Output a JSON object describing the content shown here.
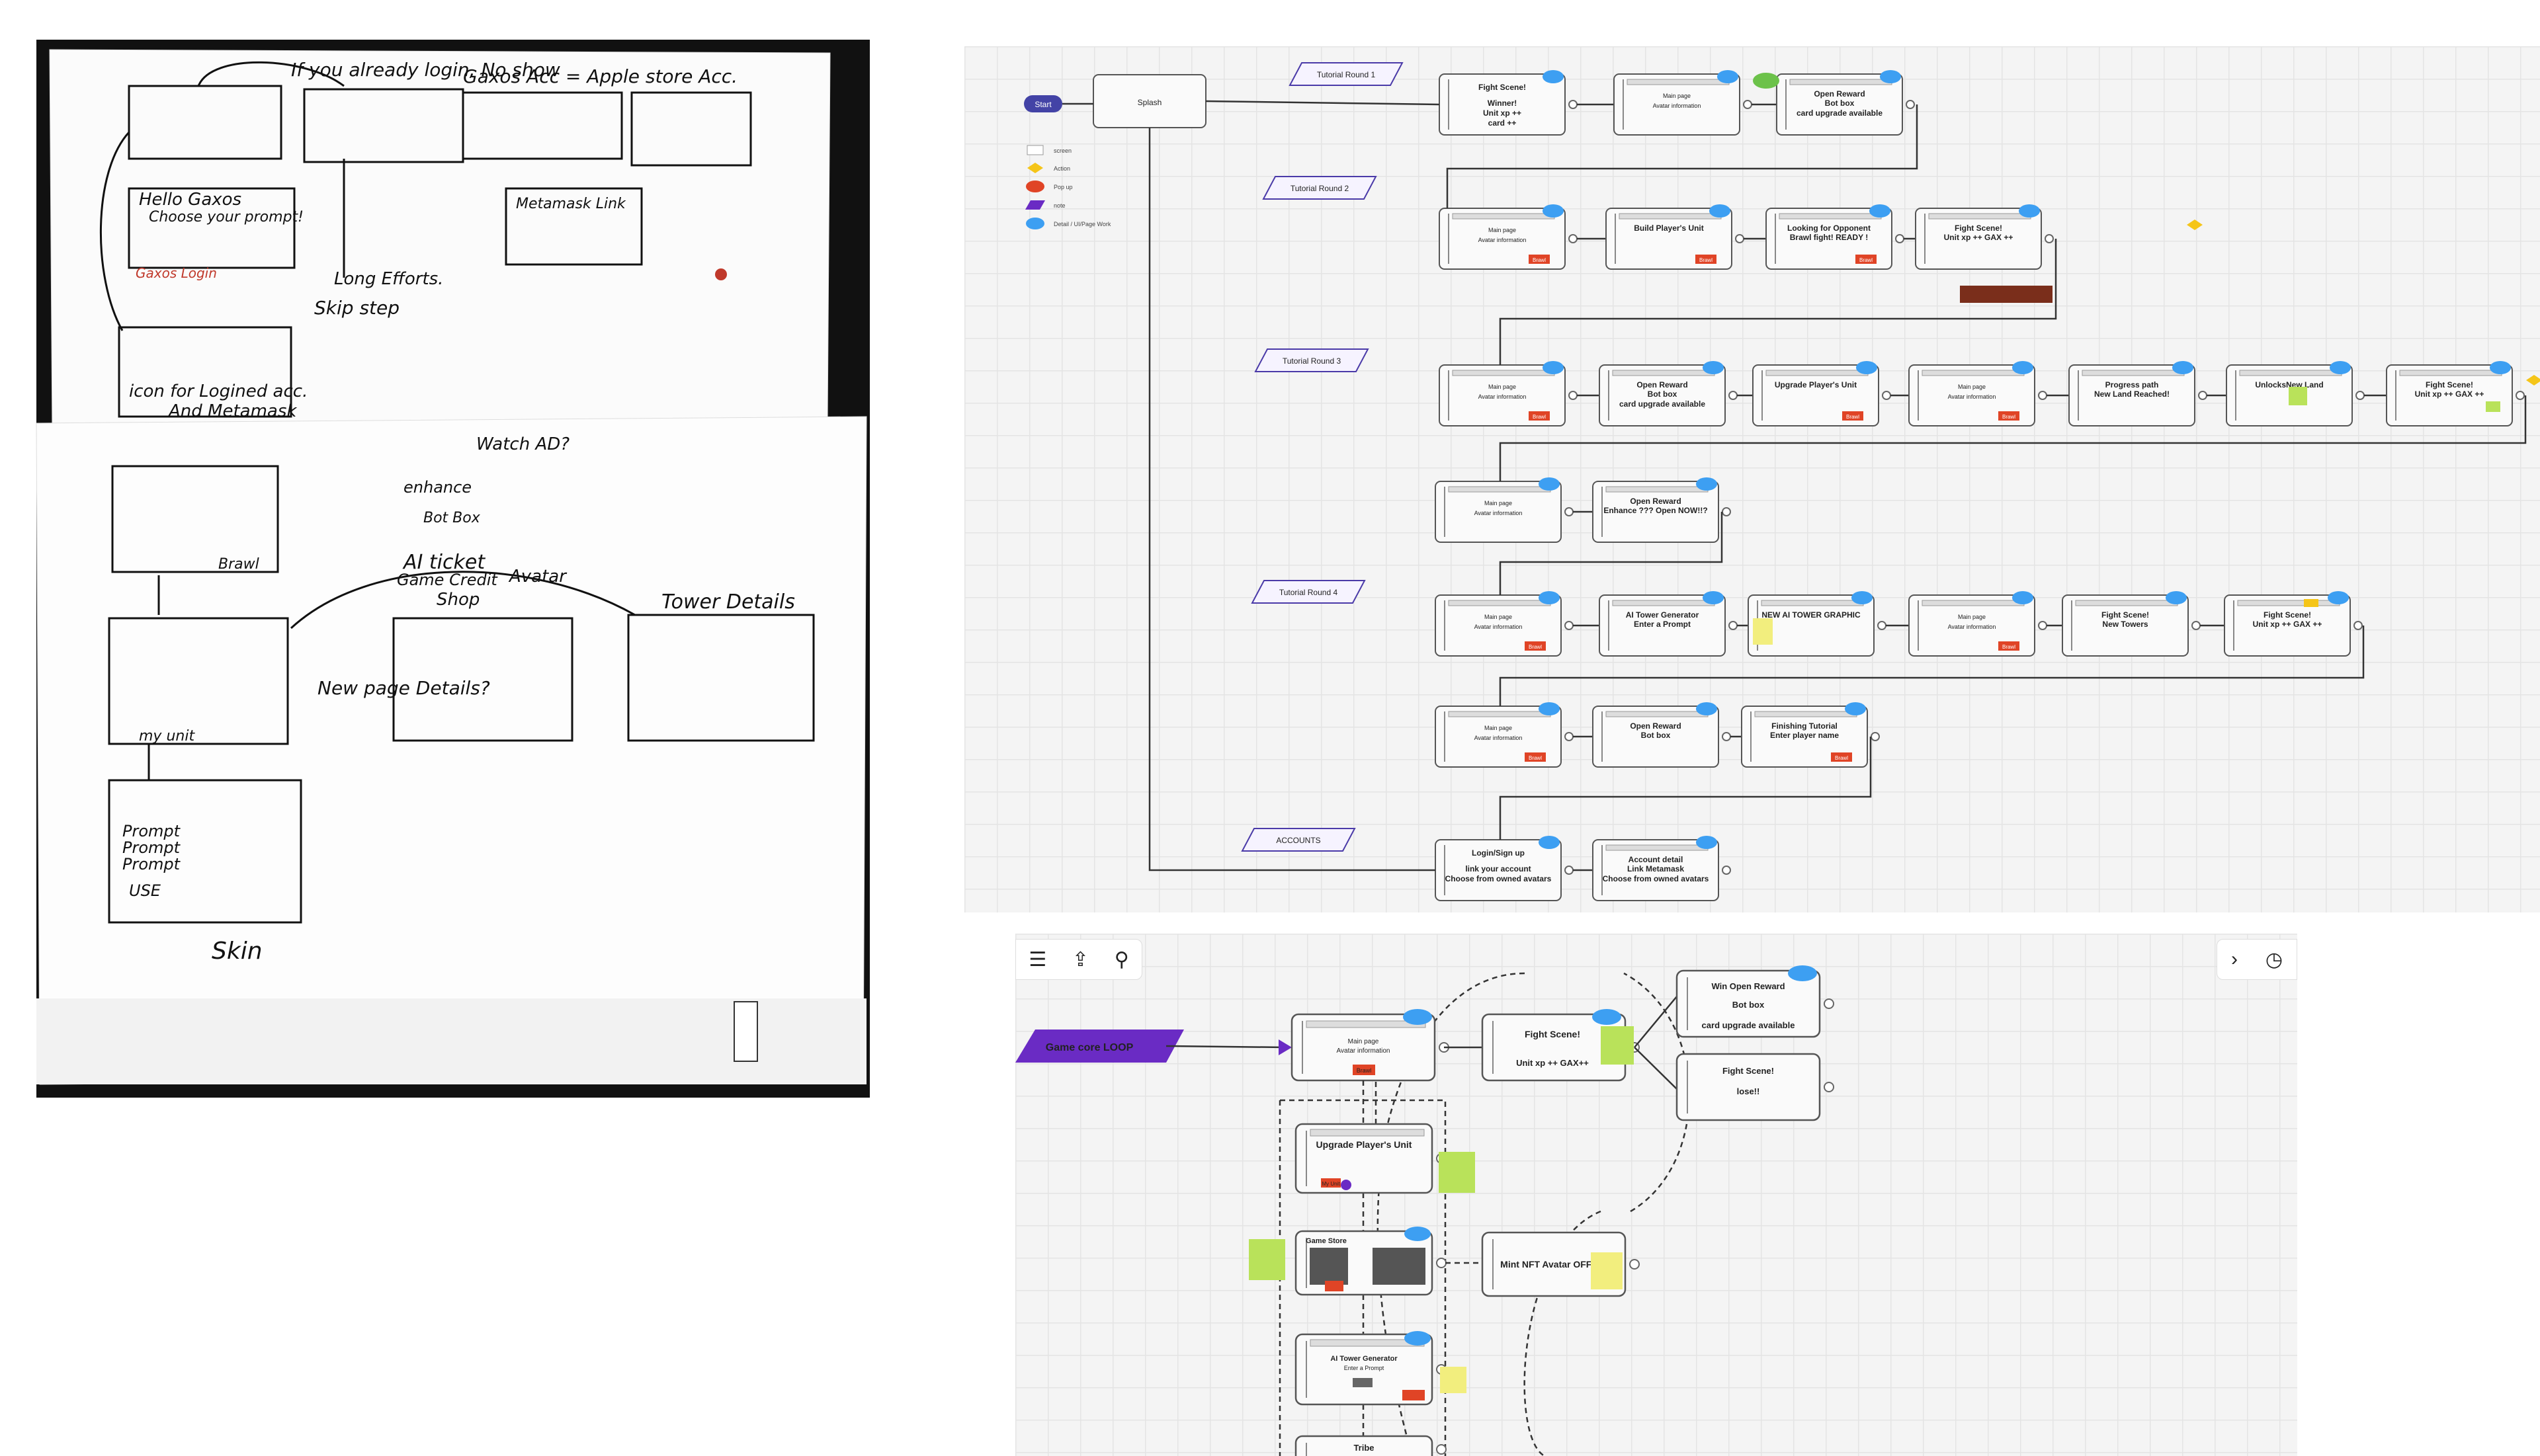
{
  "sketch": {
    "notes": [
      "If you already login, No show",
      "Gaxos Acc = Apple store Acc.",
      "Hello",
      "Choose your prompt!",
      "Gaxos Login",
      "Metamask Link",
      "Long Efforts.",
      "Skip step",
      "icon for Logined acc.",
      "And Metamask",
      "enhance",
      "Watch AD?",
      "Bot Box",
      "AI ticket",
      "Game Credit",
      "Avatar",
      "Shop",
      "Tower Details",
      "New page Details?",
      "Brawl",
      "my unit",
      "Prompt",
      "USE",
      "Skin"
    ]
  },
  "flow": {
    "start_label": "Start",
    "legend": [
      "screen",
      "Action",
      "Pop up",
      "note",
      "Detail / UI/Page Work"
    ],
    "lanes": [
      "Tutorial Round 1",
      "Tutorial Round 2",
      "Tutorial Round 3",
      "Tutorial Round 4",
      "ACCOUNTS"
    ],
    "splash": "Splash",
    "brawl_label": "Brawl",
    "screens": {
      "r1": [
        {
          "title": "Fight Scene!",
          "lines": [
            "Winner!",
            "Unit xp ++",
            "card ++"
          ]
        },
        {
          "title": "",
          "lines": [
            "Main page",
            "Avatar information"
          ]
        },
        {
          "title": "Open Reward",
          "lines": [
            "Bot box",
            "card upgrade available"
          ]
        }
      ],
      "r2": [
        {
          "title": "",
          "lines": [
            "Main page",
            "Avatar information"
          ]
        },
        {
          "title": "Build Player's Unit",
          "lines": []
        },
        {
          "title": "Looking for Opponent",
          "lines": [
            "Brawl fight! READY !"
          ]
        },
        {
          "title": "Fight Scene!",
          "lines": [
            "Unit xp ++   GAX ++"
          ]
        }
      ],
      "r3": [
        {
          "title": "",
          "lines": [
            "Main page",
            "Avatar information"
          ]
        },
        {
          "title": "Open Reward",
          "lines": [
            "Bot box",
            "card upgrade available"
          ]
        },
        {
          "title": "Upgrade Player's Unit",
          "lines": []
        },
        {
          "title": "",
          "lines": [
            "Main page",
            "Avatar information"
          ]
        },
        {
          "title": "Progress path",
          "lines": [
            "New Land Reached!"
          ]
        },
        {
          "title": "UnlocksNew Land",
          "lines": []
        },
        {
          "title": "Fight Scene!",
          "lines": [
            "Unit xp ++   GAX ++"
          ]
        }
      ],
      "r3b": [
        {
          "title": "",
          "lines": [
            "Main page",
            "Avatar information"
          ]
        },
        {
          "title": "Open Reward",
          "lines": [
            "Enhance ???     Open NOW!!?"
          ]
        }
      ],
      "r4": [
        {
          "title": "",
          "lines": [
            "Main page",
            "Avatar information"
          ]
        },
        {
          "title": "AI Tower Generator",
          "lines": [
            "Enter a Prompt"
          ]
        },
        {
          "title": "NEW AI TOWER GRAPHIC",
          "lines": []
        },
        {
          "title": "",
          "lines": [
            "Main page",
            "Avatar information"
          ]
        },
        {
          "title": "Fight Scene!",
          "lines": [
            "New Towers"
          ]
        },
        {
          "title": "Fight Scene!",
          "lines": [
            "Unit xp ++   GAX ++"
          ]
        }
      ],
      "r4b": [
        {
          "title": "",
          "lines": [
            "Main page",
            "Avatar information"
          ]
        },
        {
          "title": "Open Reward",
          "lines": [
            "Bot box"
          ]
        },
        {
          "title": "Finishing Tutorial",
          "lines": [
            "Enter player name"
          ]
        }
      ],
      "acc": [
        {
          "title": "Login/Sign up",
          "lines": [
            "link your account",
            "Choose from owned avatars"
          ]
        },
        {
          "title": "Account detail",
          "lines": [
            "Link Metamask",
            "Choose from owned avatars"
          ]
        }
      ]
    }
  },
  "loop": {
    "title": "Game core LOOP",
    "main": {
      "lines": [
        "Main page",
        "Avatar information"
      ]
    },
    "fight": {
      "title": "Fight Scene!",
      "lines": [
        "Unit xp ++   GAX++"
      ]
    },
    "win": {
      "title": "Win Open Reward",
      "lines": [
        "Bot box",
        "card upgrade available"
      ]
    },
    "lose": {
      "title": "Fight Scene!",
      "lines": [
        "lose!!"
      ]
    },
    "upgrade": {
      "title": "Upgrade Player's Unit"
    },
    "store": {
      "title": "Game Store"
    },
    "generator": {
      "title": "AI Tower Generator",
      "lines": [
        "Enter a Prompt"
      ]
    },
    "tribe": {
      "title": "Tribe"
    },
    "nft": {
      "title": "Mint NFT Avatar OFFER"
    },
    "my_unit": "My Unit"
  },
  "colors": {
    "accent_blue": "#3d9ff2",
    "start_purple": "#4343a6",
    "loop_purple": "#6a2bc4",
    "brawl_red": "#e04426",
    "sticky_yellow": "#f2ee7e",
    "sticky_green": "#b9e25a",
    "gem_yellow": "#f5c518"
  }
}
